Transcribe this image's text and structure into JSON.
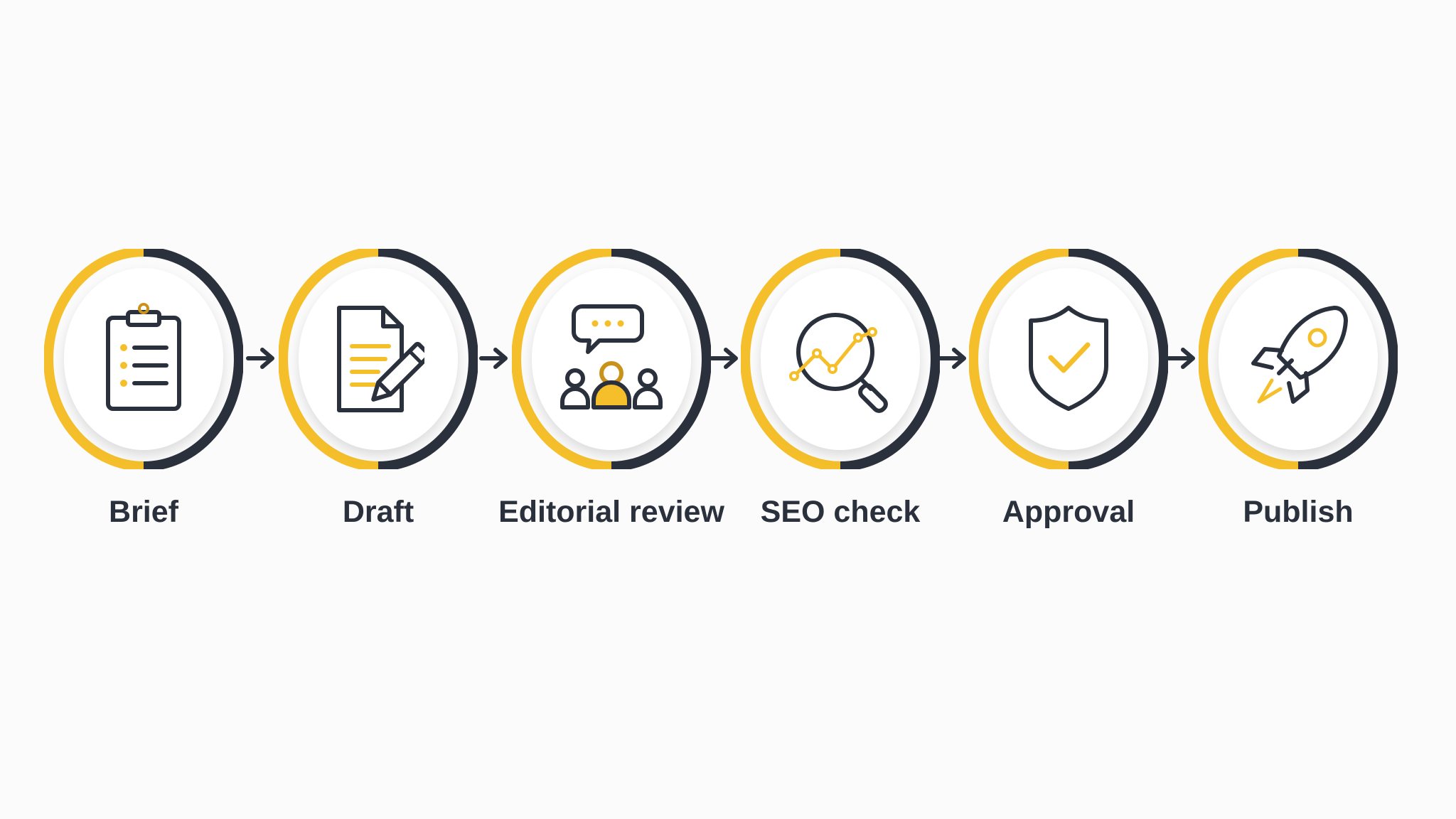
{
  "colors": {
    "background": "#fbfbfb",
    "accent": "#f5bf2b",
    "dark": "#2a313c",
    "inner_fill": "#ffffff"
  },
  "steps": [
    {
      "label": "Brief",
      "icon": "clipboard-checklist-icon"
    },
    {
      "label": "Draft",
      "icon": "document-pencil-icon"
    },
    {
      "label": "Editorial review",
      "icon": "team-chat-icon"
    },
    {
      "label": "SEO check",
      "icon": "magnifier-trend-icon"
    },
    {
      "label": "Approval",
      "icon": "shield-check-icon"
    },
    {
      "label": "Publish",
      "icon": "rocket-icon"
    }
  ],
  "connectors": [
    "arrow-right-icon",
    "arrow-right-icon",
    "arrow-right-icon",
    "arrow-right-icon",
    "arrow-right-icon"
  ]
}
